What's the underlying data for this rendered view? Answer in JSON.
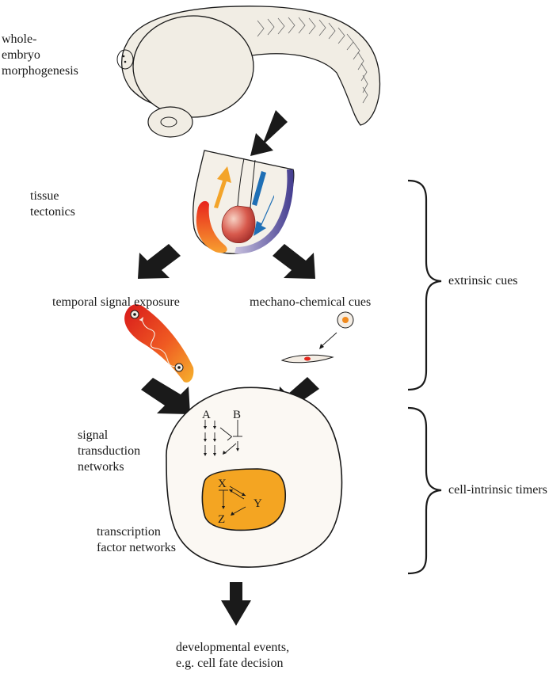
{
  "labels": {
    "whole_embryo": "whole-\nembryo\nmorphogenesis",
    "tissue": "tissue\ntectonics",
    "temporal": "temporal signal exposure",
    "mechano": "mechano-chemical cues",
    "signal_networks": "signal\ntransduction\nnetworks",
    "tf_networks": "transcription\nfactor networks",
    "outcome": "developmental events,\ne.g. cell fate decision",
    "extrinsic": "extrinsic cues",
    "intrinsic": "cell-intrinsic timers"
  },
  "network_nodes": {
    "A": "A",
    "B": "B",
    "X": "X",
    "Y": "Y",
    "Z": "Z"
  },
  "colors": {
    "arrow": "#1a1a1a",
    "embryo_fill": "#f1ede4",
    "cell_fill": "#fbf8f3",
    "nucleus": "#f4a522",
    "orange_arrow": "#f3a42a",
    "blue_arrow": "#1f6fb5",
    "signal_red": "#e3261d"
  }
}
